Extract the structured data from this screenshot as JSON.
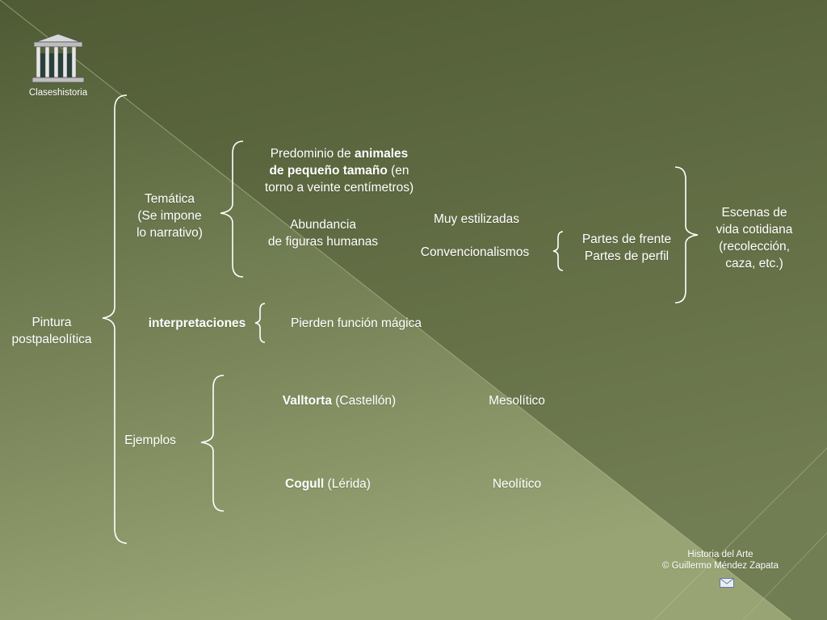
{
  "colors": {
    "background_top": "#4e5a33",
    "background_bottom": "#9aa676",
    "text": "#ffffff"
  },
  "header": {
    "logo_caption": "Claseshistoria"
  },
  "footer": {
    "line1": "Historia del Arte",
    "line2": "©  Guillermo Méndez Zapata"
  },
  "diagram": {
    "root": {
      "line1": "Pintura",
      "line2": "postpaleolítica"
    },
    "tematica": {
      "line1": "Temática",
      "line2": "(Se impone",
      "line3": "lo narrativo)"
    },
    "predominio": {
      "l1_a": "Predominio de ",
      "l1_b": "animales",
      "l2_a": "de pequeño tamaño",
      "l2_b": " (en",
      "l3": "torno a veinte centímetros)"
    },
    "abundancia": {
      "line1": "Abundancia",
      "line2": "de figuras humanas"
    },
    "estilizadas": "Muy estilizadas",
    "convencionalismos": "Convencionalismos",
    "partes": {
      "line1": "Partes de frente",
      "line2": "Partes de perfil"
    },
    "escenas": {
      "line1": "Escenas de",
      "line2": "vida cotidiana",
      "line3": "(recolección,",
      "line4": "caza, etc.)"
    },
    "interpretaciones": "interpretaciones",
    "funcion": "Pierden función mágica",
    "ejemplos": "Ejemplos",
    "valltorta": {
      "bold": "Valltorta",
      "rest": " (Castellón)"
    },
    "mesolitico": "Mesolítico",
    "cogull": {
      "bold": "Cogull",
      "rest": " (Lérida)"
    },
    "neolitico": "Neolítico"
  }
}
